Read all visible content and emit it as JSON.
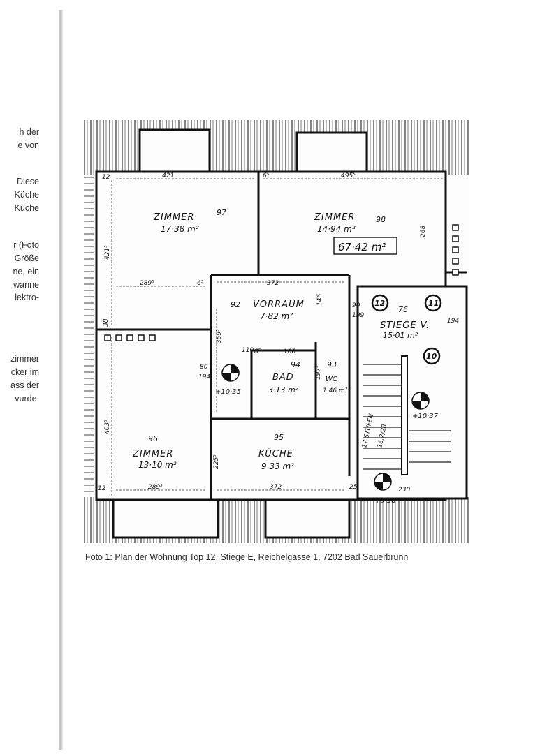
{
  "left_text_fragments": [
    "h der",
    "e von",
    "Diese",
    "Küche",
    "Küche",
    "r (Foto",
    "Größe",
    "ne, ein",
    "wanne",
    "lektro-",
    "zimmer",
    "cker im",
    "ass der",
    "vurde."
  ],
  "caption": "Foto 1: Plan der Wohnung Top 12, Stiege E, Reichelgasse 1, 7202 Bad Sauerbrunn",
  "plan": {
    "rooms": [
      {
        "label": "ZIMMER",
        "number": "97",
        "area": "17·38 m²"
      },
      {
        "label": "ZIMMER",
        "number": "98",
        "area": "14·94 m²"
      },
      {
        "label": "VORRAUM",
        "number": "92",
        "area": "7·82 m²"
      },
      {
        "label": "STIEGE V.",
        "number": "76",
        "area": "15·01 m²"
      },
      {
        "label": "BAD",
        "number": "94",
        "area": "3·13 m²"
      },
      {
        "label": "WC",
        "number": "93",
        "area": "1·46 m²"
      },
      {
        "label": "ZIMMER",
        "number": "96",
        "area": "13·10 m²"
      },
      {
        "label": "KÜCHE",
        "number": "95",
        "area": "9·33 m²"
      }
    ],
    "total_area": "67·42 m²",
    "stair_label": "17 STUFEN",
    "stair_dims": "16,2/28",
    "level_marks": [
      "+10·35",
      "+10·37",
      "+9·38⁵"
    ],
    "circle_numbers": [
      "12",
      "11",
      "10"
    ],
    "dimensions": [
      "421",
      "6⁵",
      "495⁵",
      "12",
      "421⁵",
      "289⁵",
      "372",
      "6⁵",
      "268",
      "38",
      "359⁵",
      "110",
      "166",
      "8⁵",
      "80",
      "194",
      "403⁵",
      "225⁵",
      "289⁵",
      "372",
      "12",
      "25",
      "230",
      "90",
      "199",
      "194",
      "146",
      "197⁵"
    ]
  }
}
